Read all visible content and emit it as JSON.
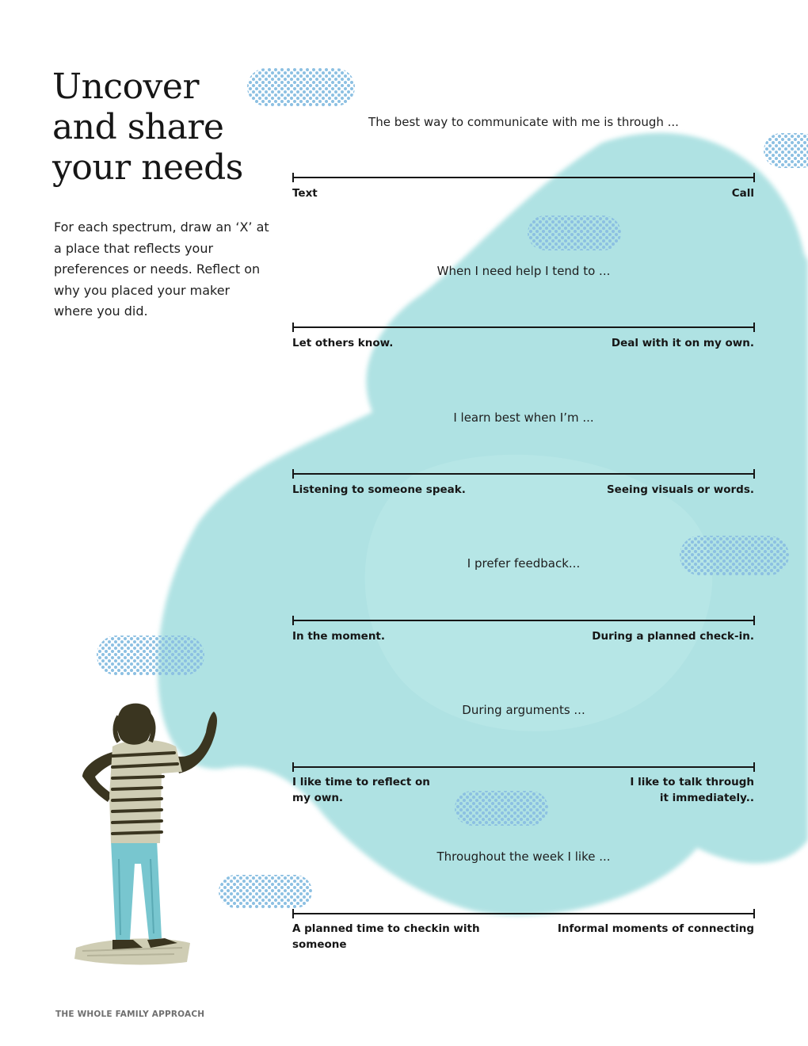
{
  "header": {
    "title_lines": [
      "Uncover",
      "and share",
      "your needs"
    ],
    "intro": "For each spectrum, draw an ‘X’ at a place that reflects your preferences or needs. Reflect on why you placed your maker where you did."
  },
  "spectrums": [
    {
      "prompt": "The best way to communicate with me is through ...",
      "left": "Text",
      "right": "Call"
    },
    {
      "prompt": "When I need help I tend to ...",
      "left": "Let others know.",
      "right": "Deal with it on my own."
    },
    {
      "prompt": "I learn best when I’m ...",
      "left": "Listening to someone speak.",
      "right": "Seeing visuals or words."
    },
    {
      "prompt": "I prefer feedback...",
      "left": "In the moment.",
      "right": "During a planned check-in."
    },
    {
      "prompt": "During arguments ...",
      "left": "I like time to reflect on my own.",
      "right": "I like to talk through it immediately.."
    },
    {
      "prompt": "Throughout the week I like ...",
      "left": "A planned time to checkin with someone",
      "right": "Informal moments of connecting"
    }
  ],
  "footer": {
    "text": "THE WHOLE FAMILY APPROACH"
  },
  "colors": {
    "wash": "#a9e0e1",
    "dots": "#8cc0e2",
    "ink": "#161616",
    "pants": "#78c6cf",
    "shirt_light": "#cfcdb4",
    "skin": "#3a3520"
  },
  "icons": {
    "figure": "person-illustration-icon",
    "background": "watercolor-wash",
    "texture": "dot-pattern"
  }
}
